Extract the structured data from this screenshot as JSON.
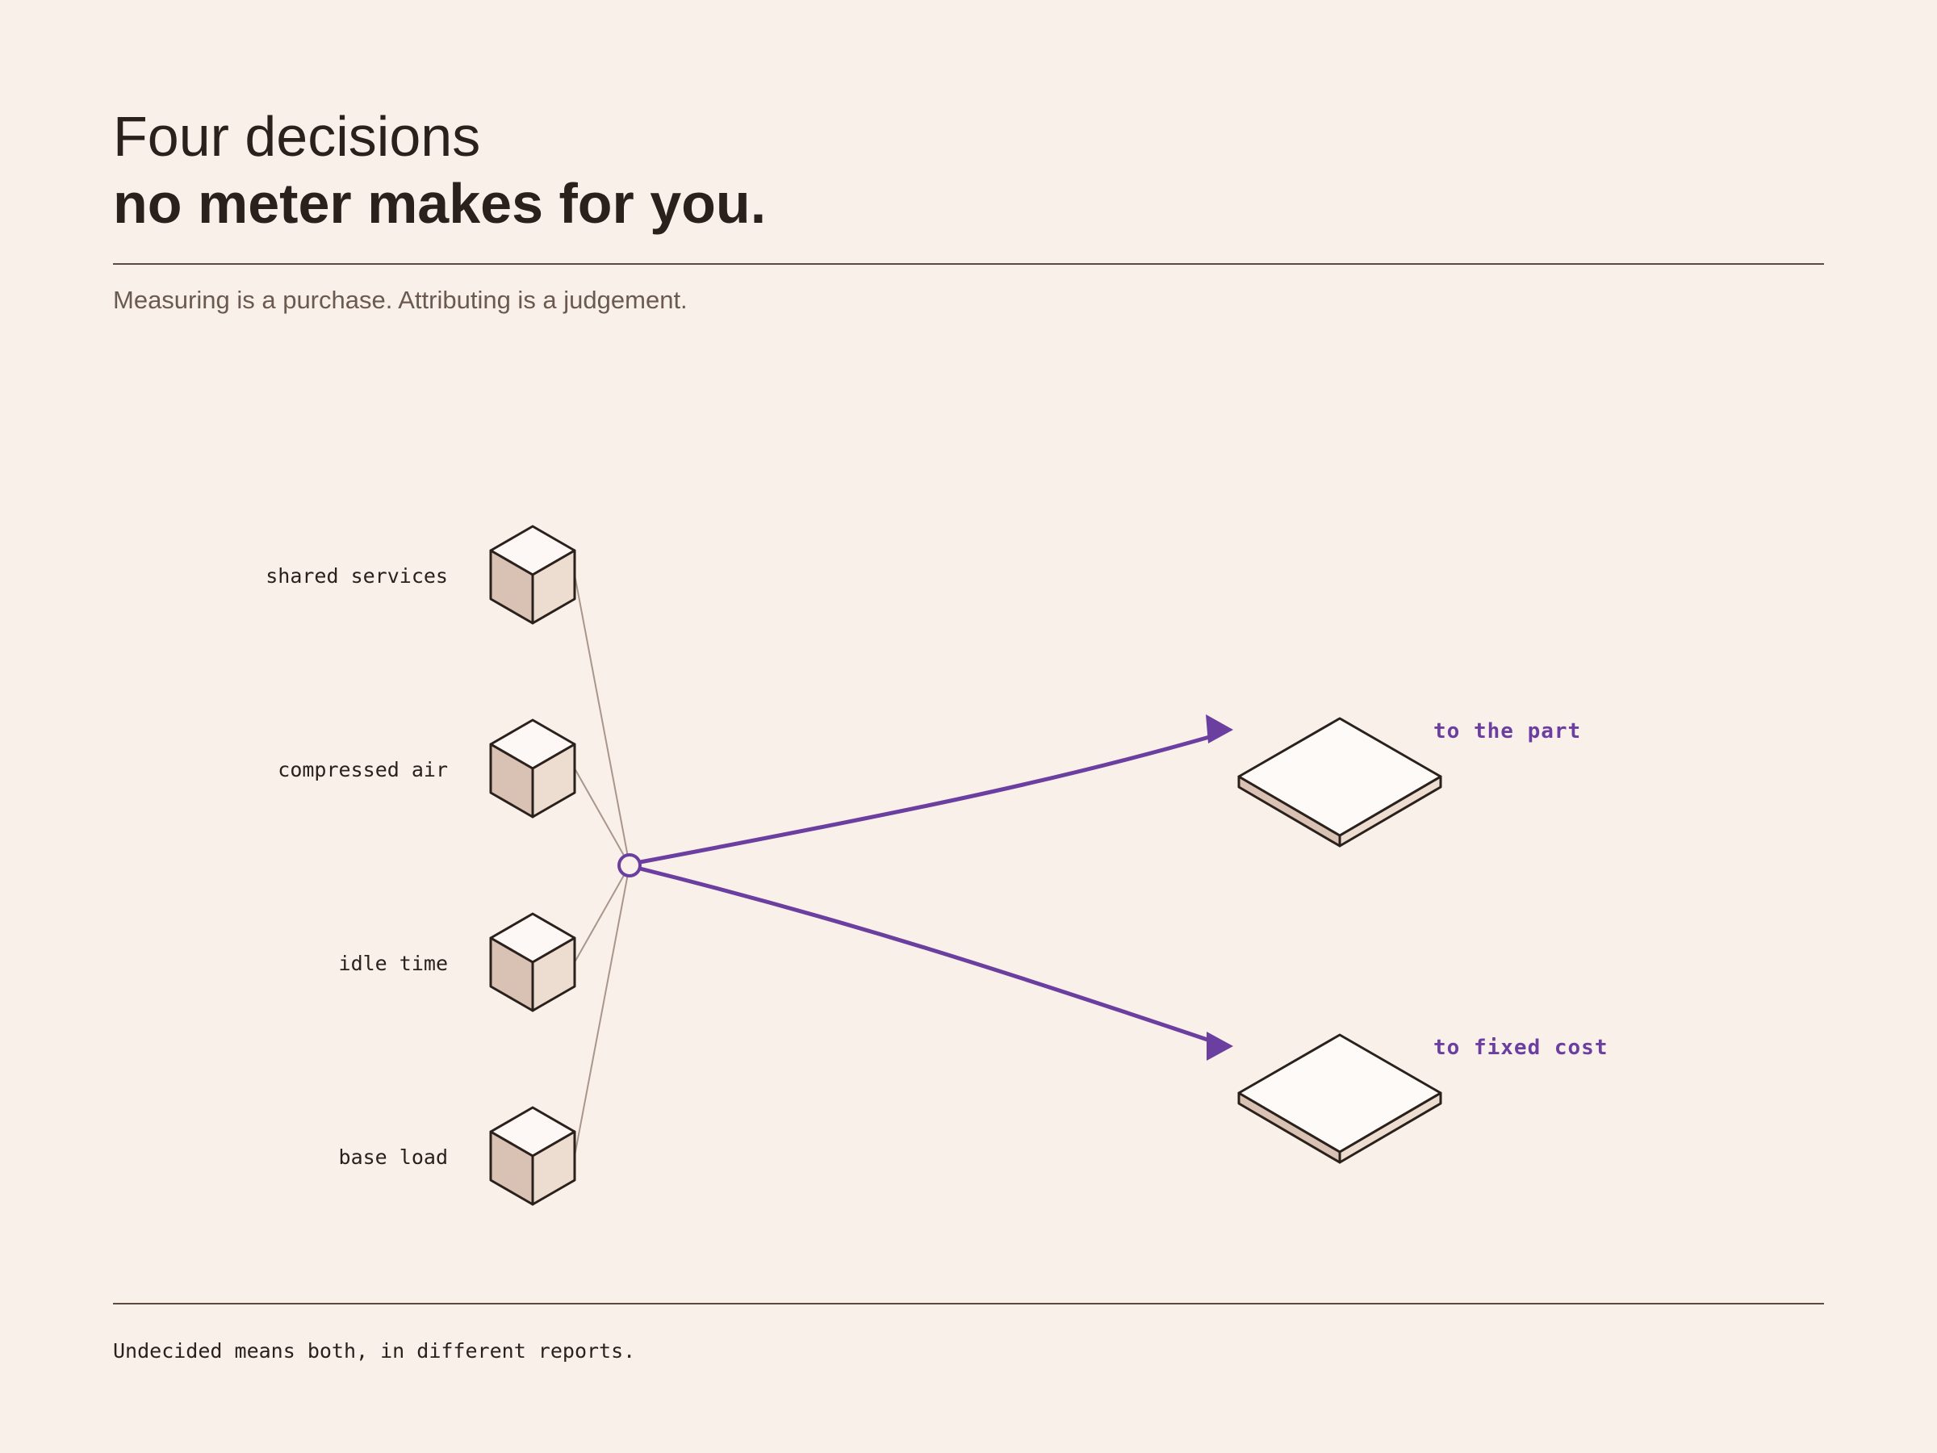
{
  "header": {
    "title_line1": "Four decisions",
    "title_line2": "no meter makes for you.",
    "subtitle": "Measuring is a purchase. Attributing is a judgement."
  },
  "diagram": {
    "sources": [
      {
        "label": "shared services"
      },
      {
        "label": "compressed air"
      },
      {
        "label": "idle time"
      },
      {
        "label": "base load"
      }
    ],
    "destinations": [
      {
        "label": "to the part"
      },
      {
        "label": "to fixed cost"
      }
    ],
    "colors": {
      "accent": "#6b3fa0",
      "connector": "#a8968a",
      "cube_top": "#fdf8f5",
      "cube_left": "#d9c2b4",
      "cube_right": "#eddcd0",
      "outline": "#2b211c"
    }
  },
  "footer": {
    "note": "Undecided means both, in different reports."
  }
}
